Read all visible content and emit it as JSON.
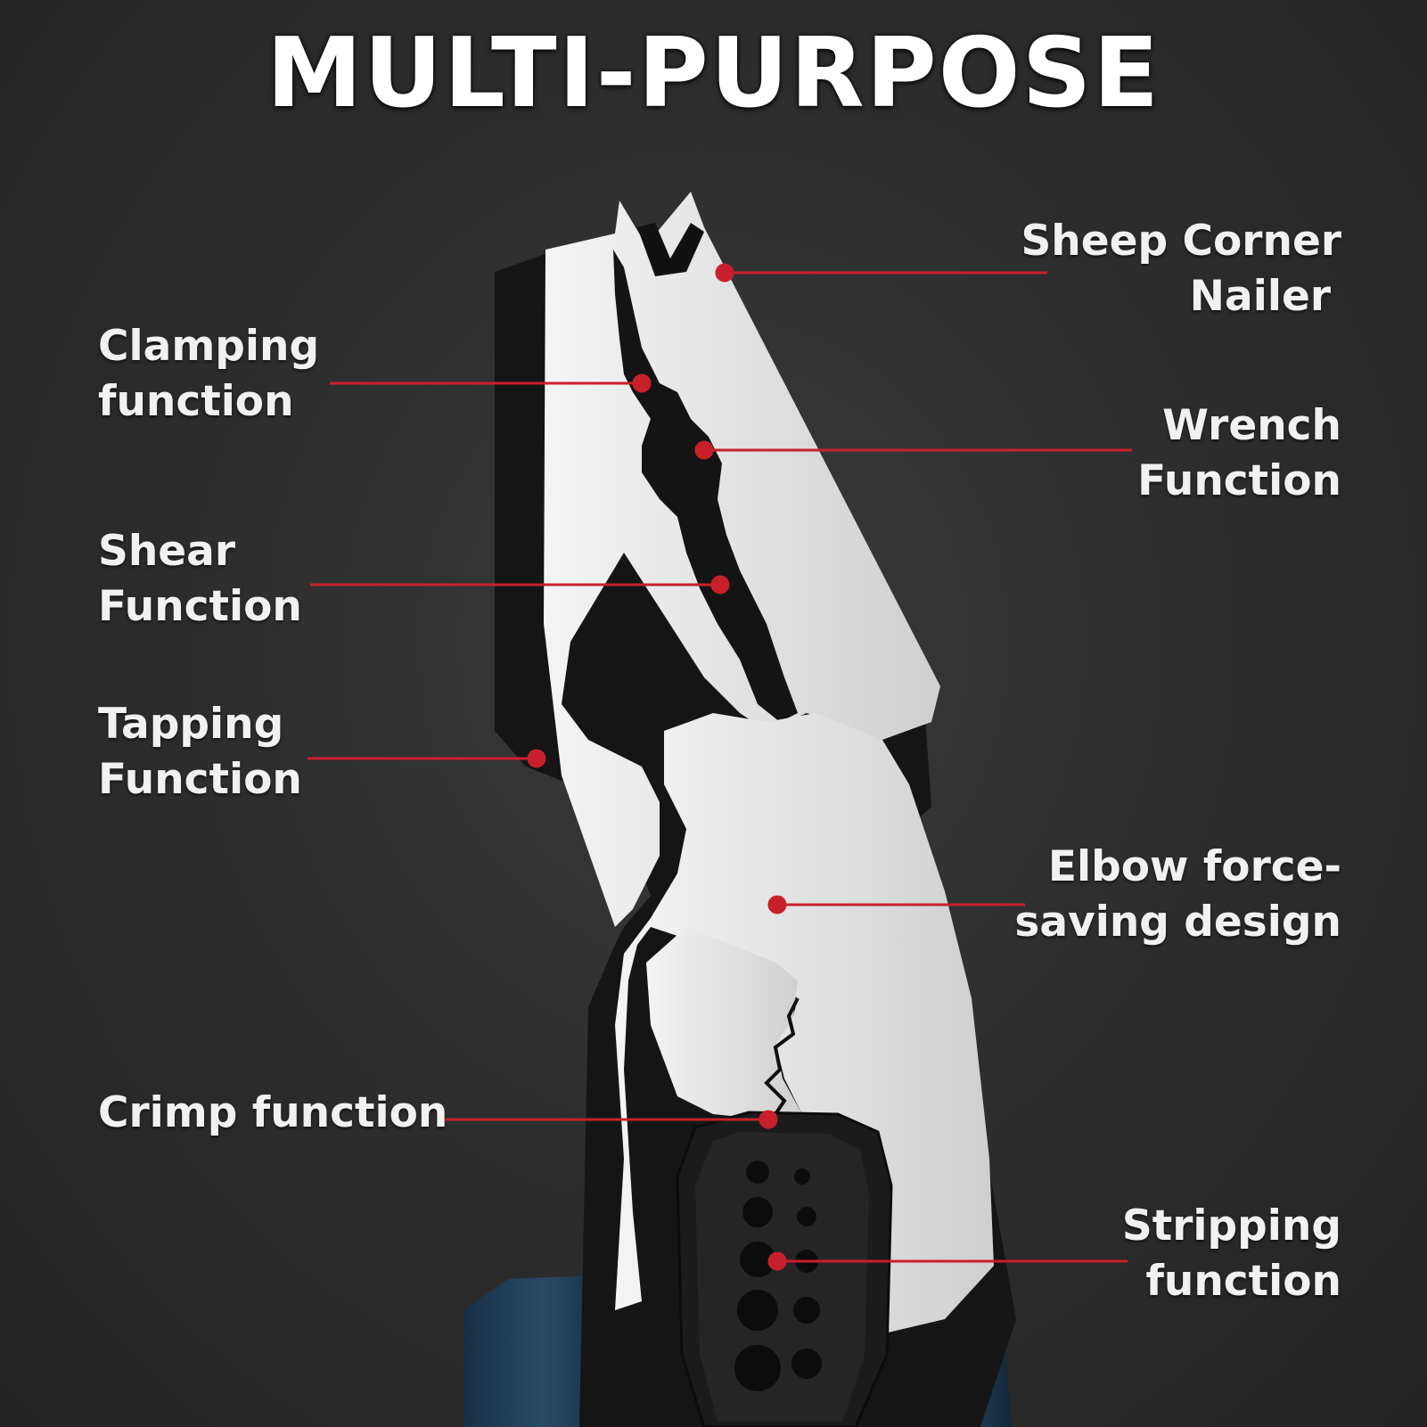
{
  "title": "MULTI-PURPOSE",
  "features": [
    {
      "id": "sheep-corner-nailer",
      "lines": [
        "Sheep Corner",
        "Nailer"
      ]
    },
    {
      "id": "clamping-function",
      "lines": [
        "Clamping",
        "function"
      ]
    },
    {
      "id": "wrench-function",
      "lines": [
        "Wrench",
        "Function"
      ]
    },
    {
      "id": "shear-function",
      "lines": [
        "Shear",
        "Function"
      ]
    },
    {
      "id": "tapping-function",
      "lines": [
        "Tapping",
        "Function"
      ]
    },
    {
      "id": "elbow-force-saving-design",
      "lines": [
        "Elbow force-",
        "saving design"
      ]
    },
    {
      "id": "crimp-function",
      "lines": [
        "Crimp function"
      ]
    },
    {
      "id": "stripping-function",
      "lines": [
        "Stripping",
        "function"
      ]
    }
  ],
  "colors": {
    "background": "#2c2c2c",
    "accent": "#c8202a",
    "steel": "#e4e4e4",
    "handle": "#1e3446"
  }
}
